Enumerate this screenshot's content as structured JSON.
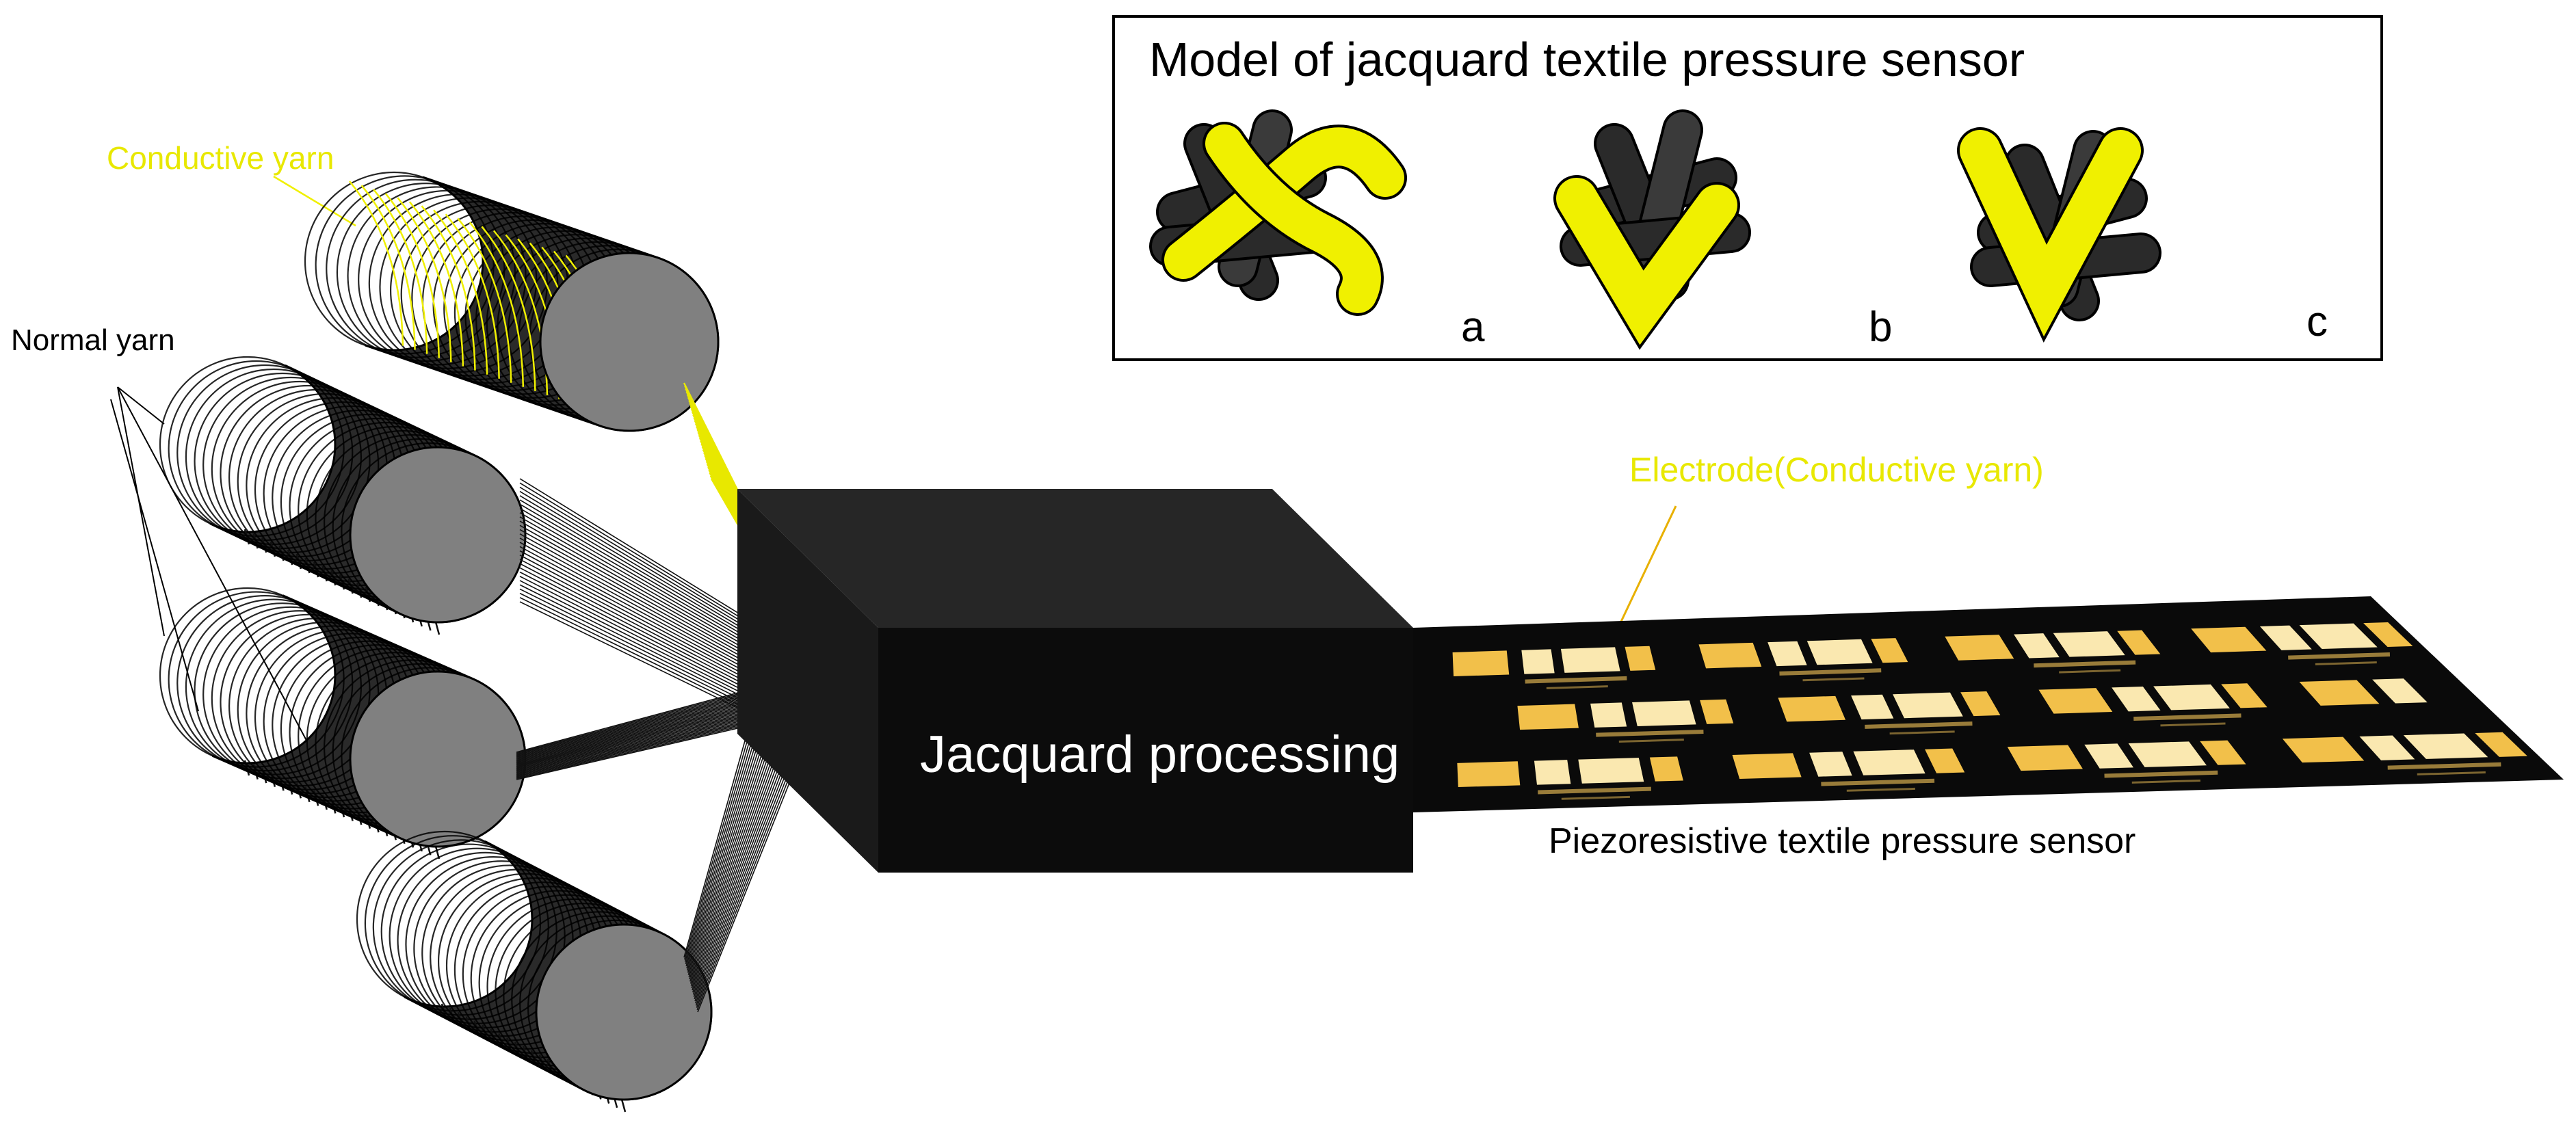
{
  "labels": {
    "conductive_yarn": "Conductive yarn",
    "normal_yarn": "Normal yarn",
    "electrode": "Electrode(Conductive yarn)",
    "sensor": "Piezoresistive textile pressure sensor",
    "process": "Jacquard processing"
  },
  "inset": {
    "title": "Model of jacquard textile pressure sensor",
    "panels": [
      {
        "letter": "a"
      },
      {
        "letter": "b"
      },
      {
        "letter": "c"
      }
    ]
  },
  "colors": {
    "conductive": "#f0f000",
    "yarn_dark": "#2a2a2a",
    "roll_face": "#808080",
    "box_front": "#0c0c0c",
    "box_side": "#1a1a1a",
    "box_top": "#262626",
    "sensor_sheet": "#0a0a0a",
    "electrode_gold": "#f2c04a",
    "electrode_light": "#fae8b0"
  }
}
